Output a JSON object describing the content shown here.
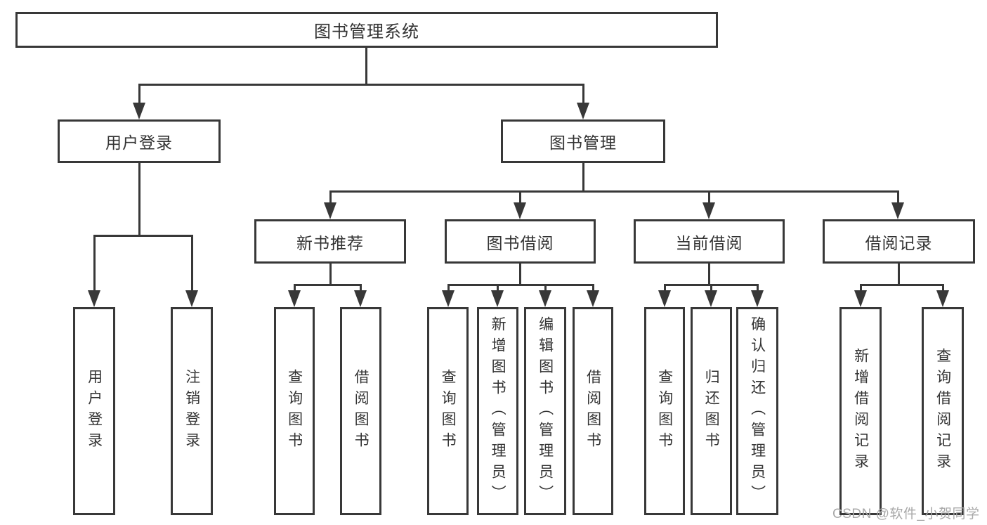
{
  "diagram": {
    "root": {
      "label": "图书管理系统"
    },
    "level2": [
      {
        "label": "用户登录",
        "parent": "图书管理系统"
      },
      {
        "label": "图书管理",
        "parent": "图书管理系统"
      }
    ],
    "level3": [
      {
        "label": "新书推荐",
        "parent": "图书管理"
      },
      {
        "label": "图书借阅",
        "parent": "图书管理"
      },
      {
        "label": "当前借阅",
        "parent": "图书管理"
      },
      {
        "label": "借阅记录",
        "parent": "图书管理"
      }
    ],
    "level4": [
      {
        "label": "用户登录",
        "parent": "用户登录"
      },
      {
        "label": "注销登录",
        "parent": "用户登录"
      },
      {
        "label": "查询图书",
        "parent": "新书推荐"
      },
      {
        "label": "借阅图书",
        "parent": "新书推荐"
      },
      {
        "label": "查询图书",
        "parent": "图书借阅"
      },
      {
        "label": "新增图书（管理员）",
        "parent": "图书借阅"
      },
      {
        "label": "编辑图书（管理员）",
        "parent": "图书借阅"
      },
      {
        "label": "借阅图书",
        "parent": "图书借阅"
      },
      {
        "label": "查询图书",
        "parent": "当前借阅"
      },
      {
        "label": "归还图书",
        "parent": "当前借阅"
      },
      {
        "label": "确认归还（管理员）",
        "parent": "当前借阅"
      },
      {
        "label": "新增借阅记录",
        "parent": "借阅记录"
      },
      {
        "label": "查询借阅记录",
        "parent": "借阅记录"
      }
    ],
    "watermark": {
      "text": "CSDN @软件_小贺同学"
    },
    "colors": {
      "line": "#383838",
      "text": "#333333",
      "watermark": "#a8a8a8",
      "background": "#ffffff"
    }
  }
}
